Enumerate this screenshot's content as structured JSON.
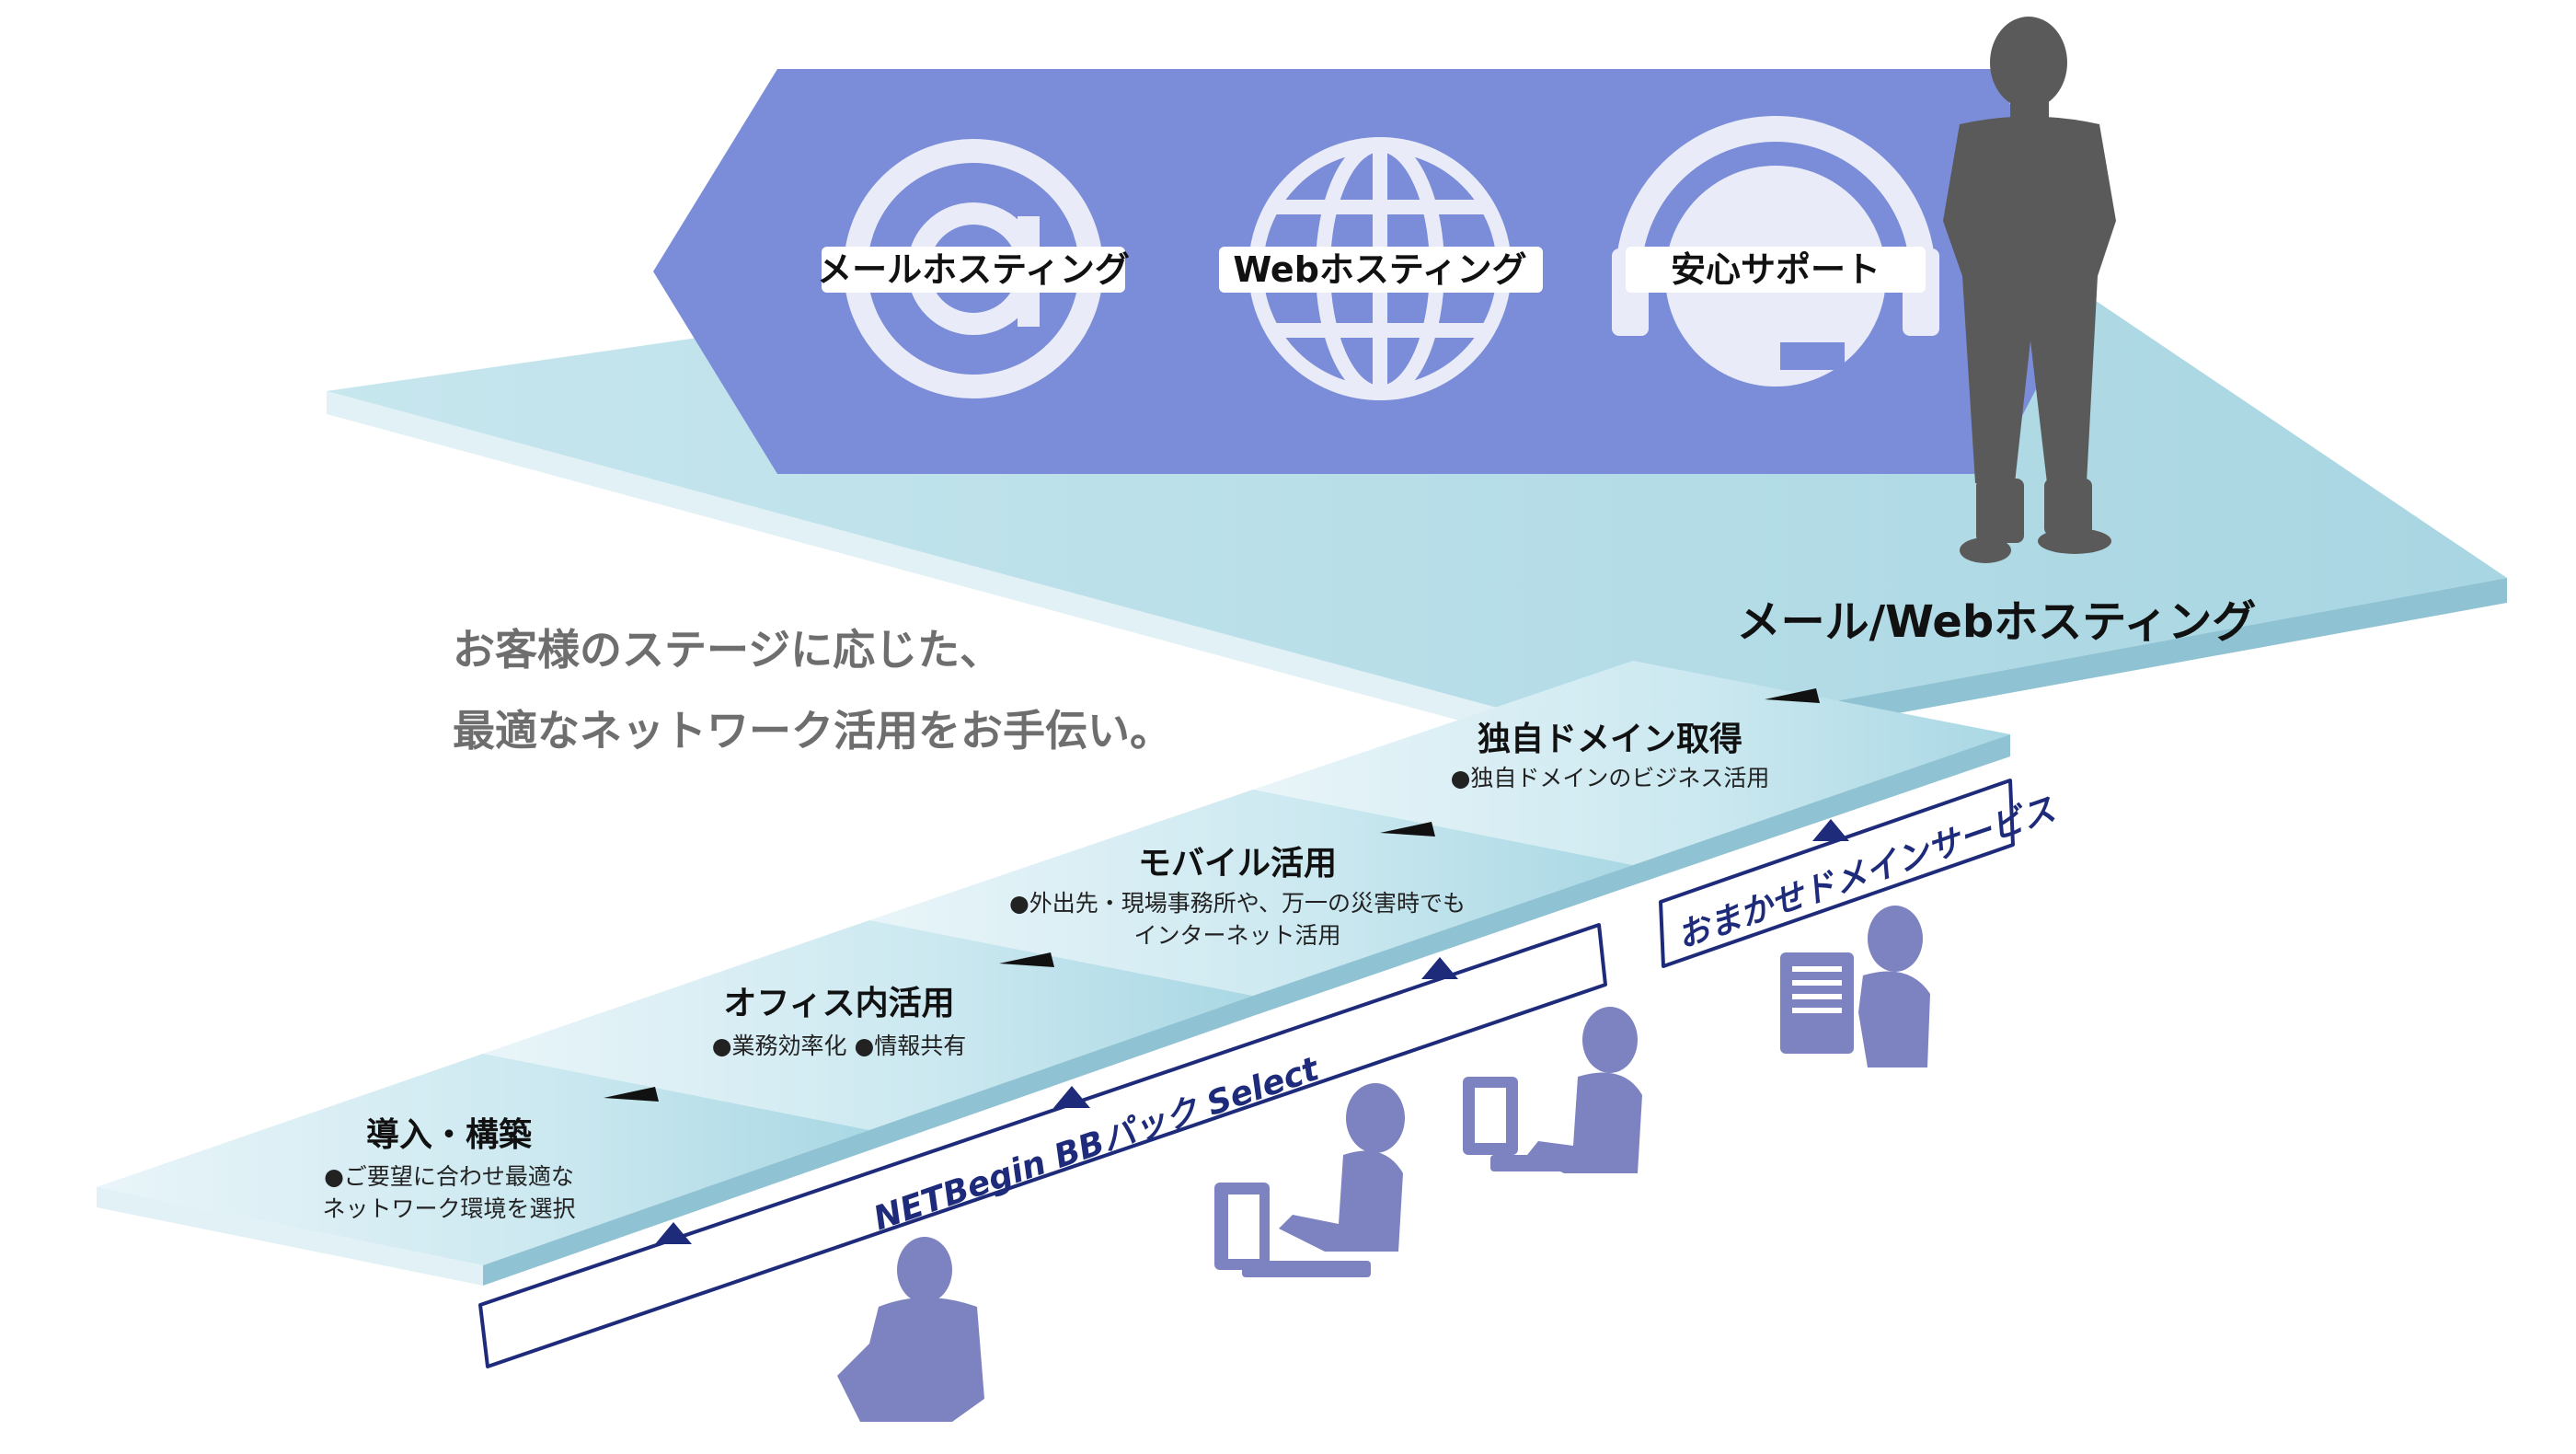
{
  "services": {
    "mail": "メールホスティング",
    "web": "Webホスティング",
    "support": "安心サポート"
  },
  "hosting_title": "メール/Webホスティング",
  "tagline": {
    "line1": "お客様のステージに応じた、",
    "line2": "最適なネットワーク活用をお手伝い。"
  },
  "steps": [
    {
      "title": "導入・構築",
      "desc": [
        "●ご要望に合わせ最適な",
        "ネットワーク環境を選択"
      ]
    },
    {
      "title": "オフィス内活用",
      "desc": [
        "●業務効率化 ●情報共有"
      ]
    },
    {
      "title": "モバイル活用",
      "desc": [
        "●外出先・現場事務所や、万一の災害時でも",
        "インターネット活用"
      ]
    },
    {
      "title": "独自ドメイン取得",
      "desc": [
        "●独自ドメインのビジネス活用"
      ]
    }
  ],
  "products": {
    "bb_pack": "NETBegin BBパック Select",
    "domain_service": "おまかせドメインサービス"
  },
  "colors": {
    "banner": "#7b8dd9",
    "platform": "#b4dce6",
    "platform_edge": "#8fc3d3",
    "person_dark": "#5a5a5a",
    "person_light": "#7d83c0",
    "navy": "#1e2b7a"
  },
  "icons": [
    "at-sign-icon",
    "globe-icon",
    "headset-icon"
  ]
}
